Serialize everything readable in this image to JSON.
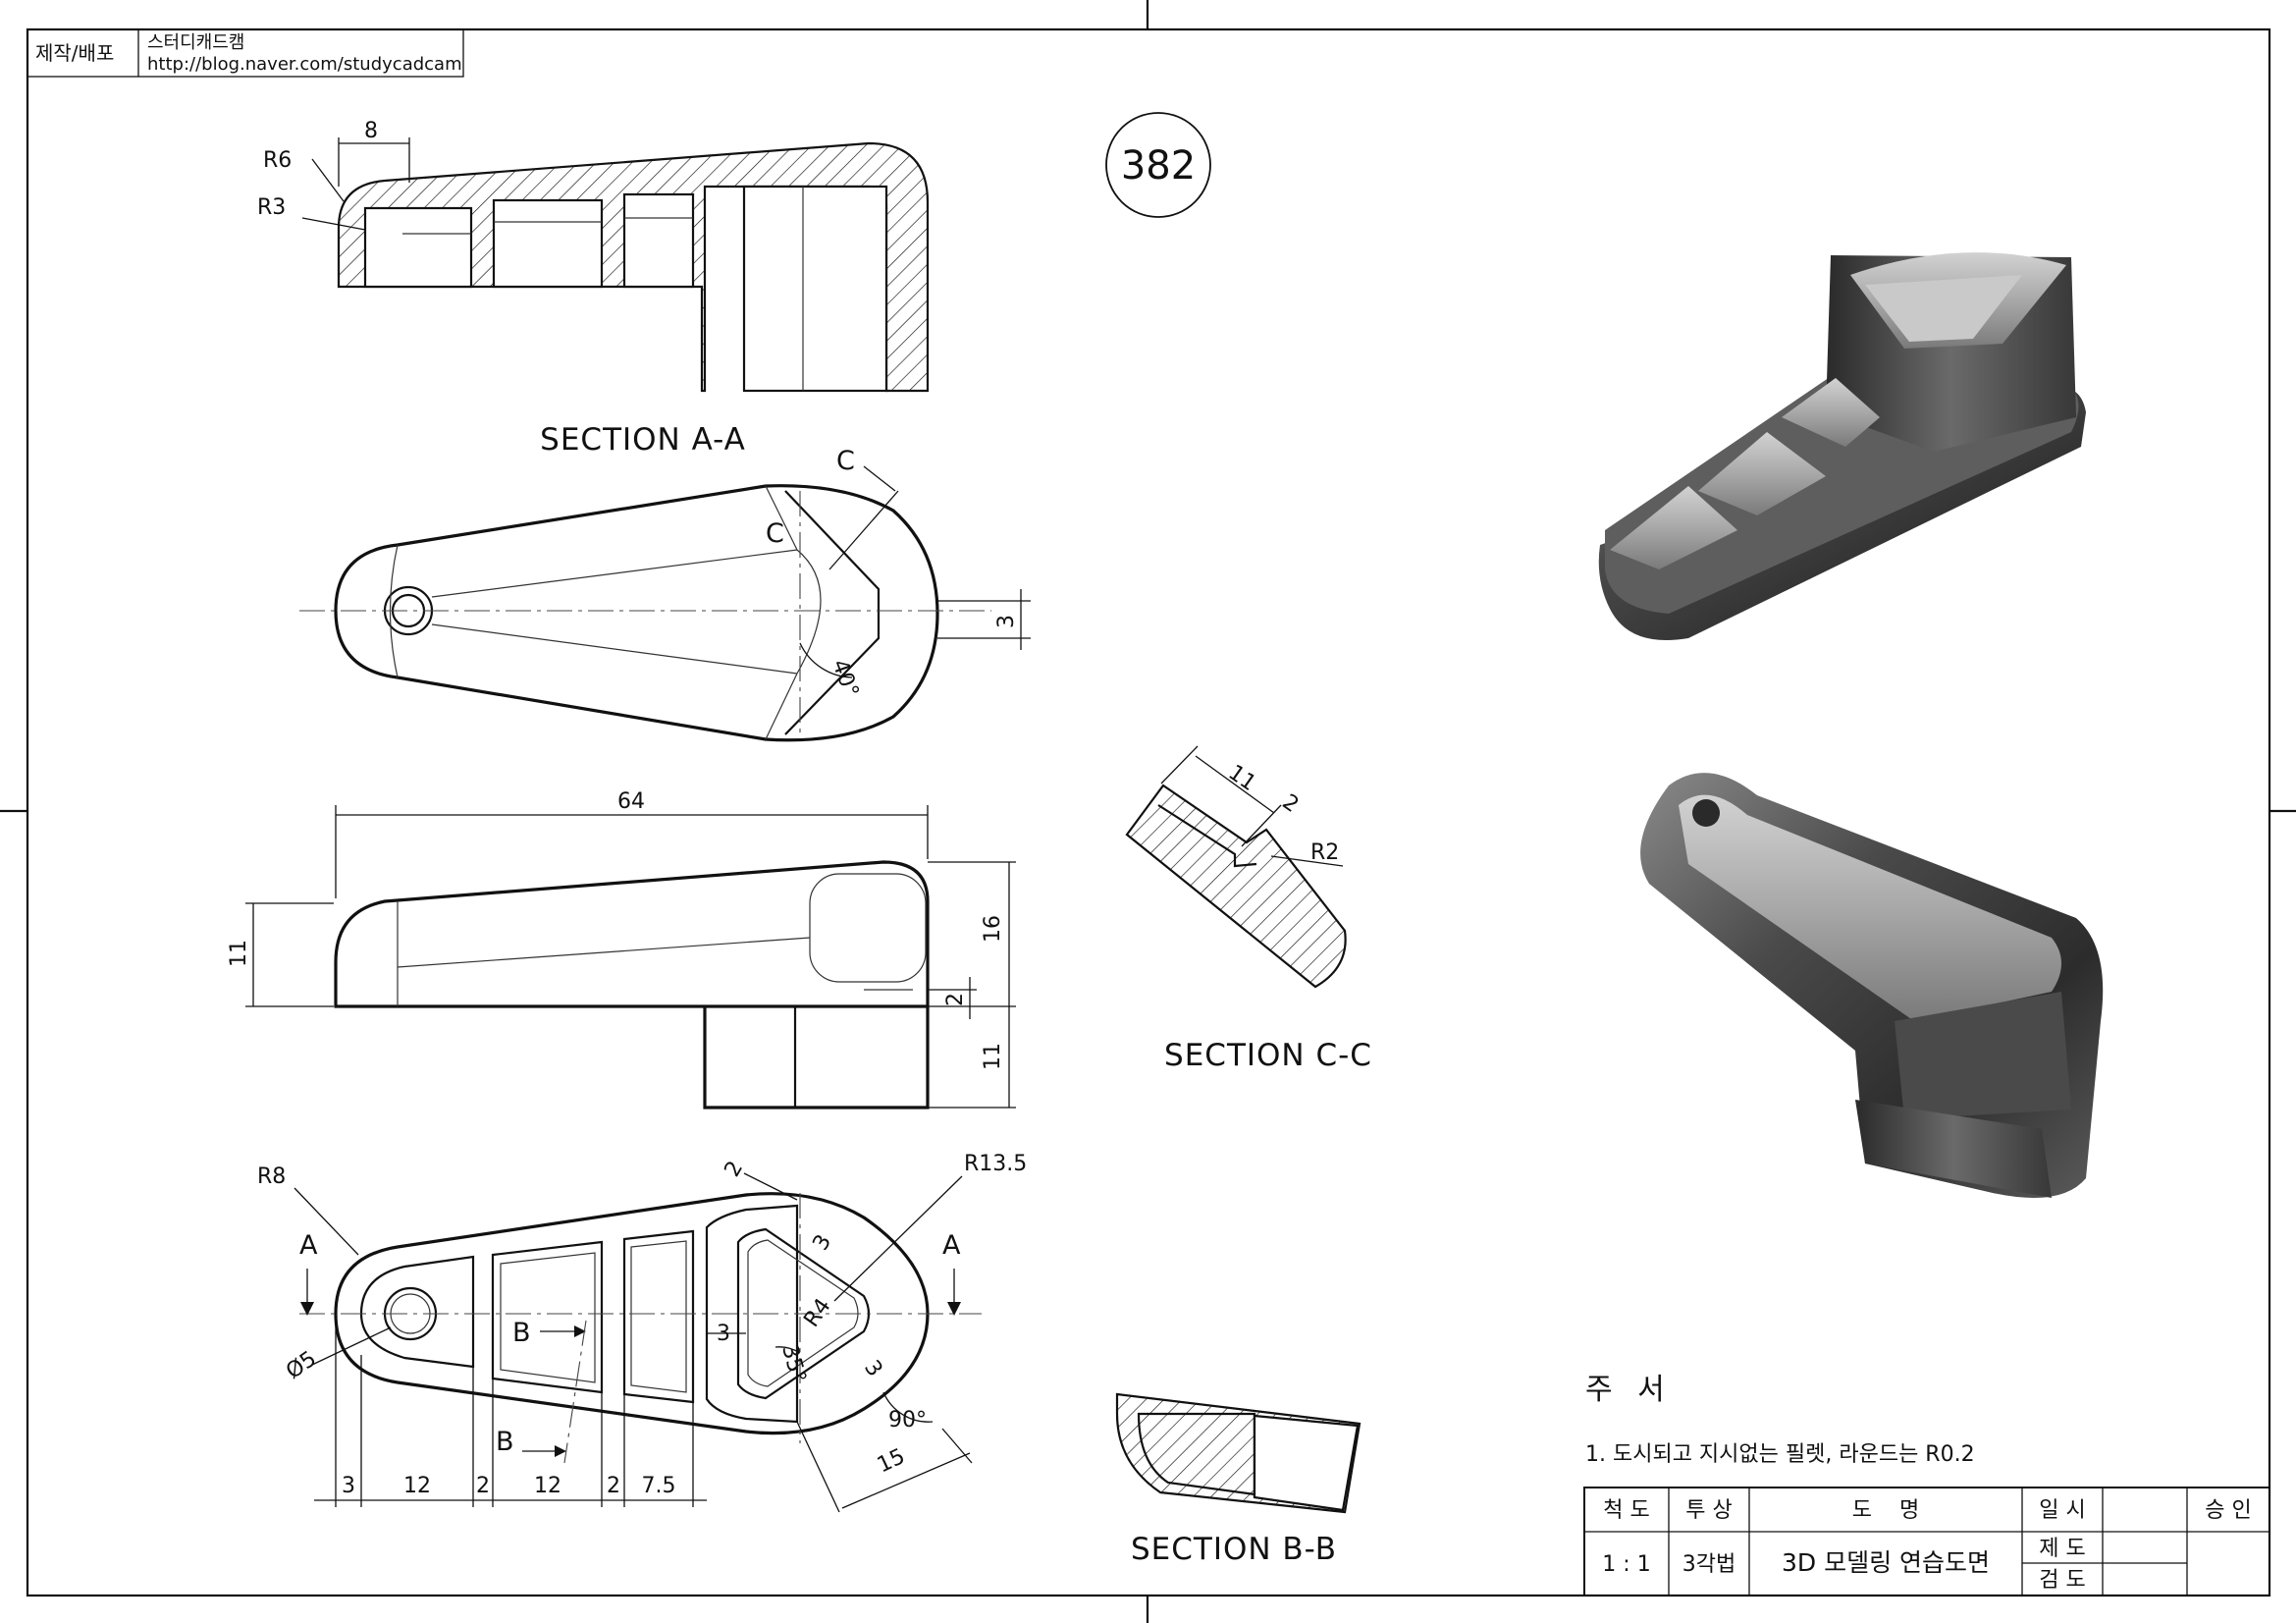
{
  "header": {
    "label": "제작/배포",
    "title": "스터디캐드캠",
    "url": "http://blog.naver.com/studycadcam"
  },
  "drawing_number": "382",
  "sections": {
    "a": "SECTION A-A",
    "b": "SECTION B-B",
    "c": "SECTION C-C"
  },
  "cut_markers": {
    "a": "A",
    "b": "B",
    "c": "C"
  },
  "dimensions": {
    "sec_a_width": "8",
    "sec_a_r6": "R6",
    "sec_a_r3": "R3",
    "top_angle": "40°",
    "top_offset": "3",
    "front_length": "64",
    "front_height_left": "11",
    "front_height_right": "16",
    "front_step": "2",
    "front_lower": "11",
    "plan_r8": "R8",
    "plan_r13_5": "R13.5",
    "plan_dia": "Ø5",
    "plan_r4": "R4",
    "plan_rib_top": "2",
    "plan_web_a": "3",
    "plan_web_b": "3",
    "plan_web_c": "3",
    "plan_angle_35": "35°",
    "plan_angle_90": "90°",
    "plan_15": "15",
    "plan_bottom": [
      "3",
      "12",
      "2",
      "12",
      "2",
      "7.5"
    ],
    "sec_c_11": "11",
    "sec_c_2": "2",
    "sec_c_r2": "R2"
  },
  "notes": {
    "heading": "주 서",
    "item1": "1. 도시되고 지시없는 필렛, 라운드는 R0.2"
  },
  "title_block": {
    "scale_label": "척 도",
    "scale_value": "1 : 1",
    "projection_label": "투 상",
    "projection_value": "3각법",
    "drawing_label": "도    명",
    "drawing_value": "3D 모델링 연습도면",
    "date_label": "일 시",
    "drawn_label": "제 도",
    "checked_label": "검 도",
    "approval_label": "승 인"
  },
  "colors": {
    "line": "#111111",
    "render_dark": "#3a3a3a",
    "render_light": "#b9b9b9"
  }
}
